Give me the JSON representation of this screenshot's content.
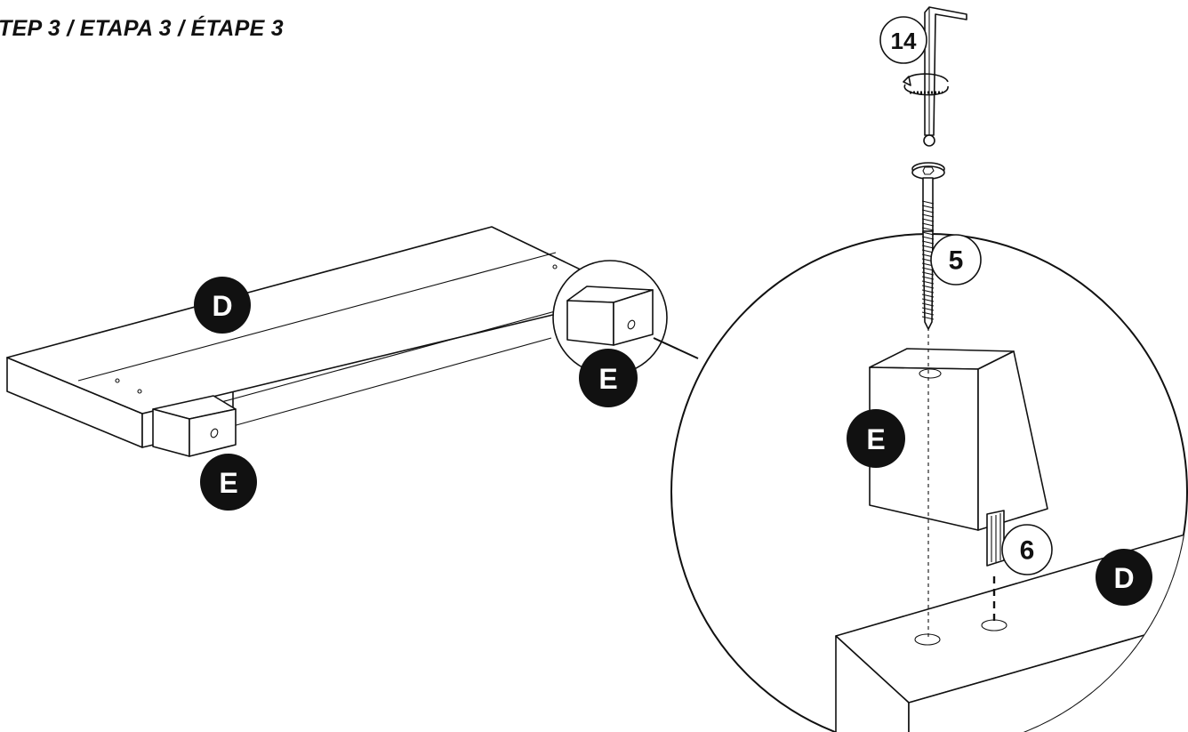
{
  "header": {
    "step_title": "TEP 3 / ETAPA 3 / ÉTAPE 3"
  },
  "part_labels": {
    "top_panel": "D",
    "foot": "E"
  },
  "hardware_callouts": {
    "hex_key": "14",
    "bolt": "5",
    "dowel": "6"
  },
  "icons": {
    "hex_key": "allen-key-icon",
    "bolt": "bolt-icon",
    "dowel": "dowel-icon",
    "rotation": "rotate-arrow-icon"
  },
  "colors": {
    "line": "#111111",
    "badge": "#111111",
    "background": "#ffffff"
  }
}
